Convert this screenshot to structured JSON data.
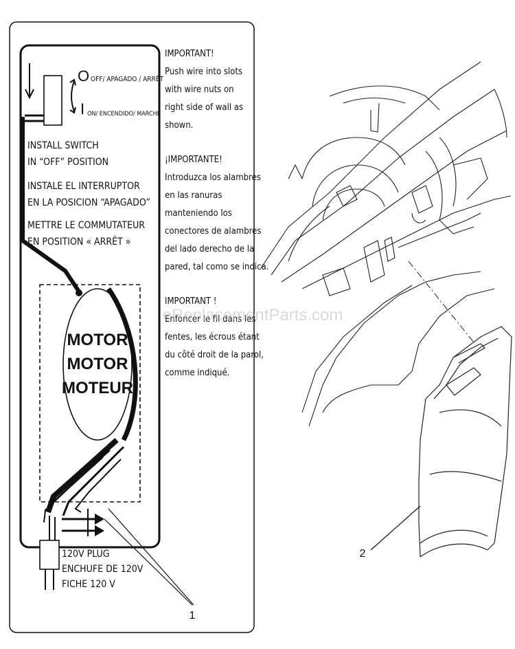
{
  "switch_legend": {
    "off_symbol": "O",
    "off_label": "OFF/ APAGADO / ARRÊT",
    "on_symbol": "I",
    "on_label": "ON/ ENCENDIDO/ MARCHE"
  },
  "install_instructions": [
    "INSTALL SWITCH",
    "IN “OFF” POSITION",
    "INSTALE EL INTERRUPTOR",
    "EN LA POSICION “APAGADO”",
    "METTRE LE COMMUTATEUR",
    "EN POSITION « ARRÊT »"
  ],
  "motor_labels": [
    "MOTOR",
    "MOTOR",
    "MOTEUR"
  ],
  "plug_labels": [
    "120V PLUG",
    "ENCHUFE DE 120V",
    "FICHE 120 V"
  ],
  "notes": {
    "english": {
      "heading": "IMPORTANT!",
      "lines": [
        "Push wire into slots",
        "with wire nuts on",
        "right side of wall as",
        "shown."
      ]
    },
    "spanish": {
      "heading": "¡IMPORTANTE!",
      "lines": [
        "Introduzca los alambres",
        "en las ranuras",
        "manteniendo los",
        "conectores de alambres",
        "del lado derecho de la",
        "pared, tal como se indica."
      ]
    },
    "french": {
      "heading": "IMPORTANT !",
      "lines": [
        "Enfoncer le fil dans les",
        "fentes, les écrous étant",
        "du côté droit de la parol,",
        "comme indiqué."
      ]
    }
  },
  "callouts": {
    "part_1": "1",
    "part_2": "2"
  },
  "watermark": "eReplacementParts.com"
}
